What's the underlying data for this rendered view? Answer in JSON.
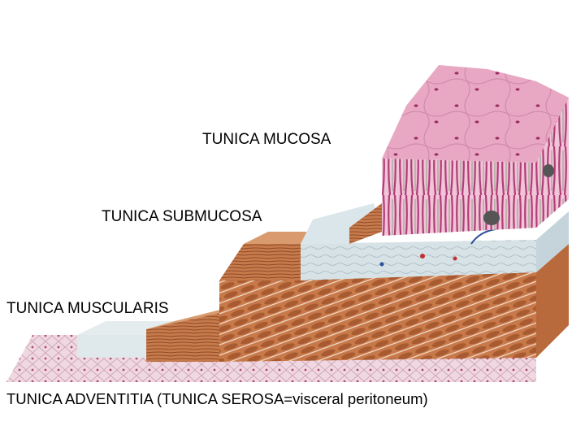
{
  "labels": {
    "mucosa": "TUNICA MUCOSA",
    "submucosa": "TUNICA SUBMUCOSA",
    "muscularis": "TUNICA MUSCULARIS",
    "adventitia": "TUNICA ADVENTITIA   (TUNICA SEROSA=visceral peritoneum)"
  },
  "colors": {
    "mucosa_surface": "#e9a9c6",
    "mucosa_villi": "#d98fb1",
    "submucosa": "#d6e2e6",
    "muscle": "#c8794a",
    "muscle_dark": "#8e4a26",
    "serosa": "#e8c8d4",
    "vessel_red": "#c03030",
    "vessel_blue": "#2a4f9a"
  }
}
